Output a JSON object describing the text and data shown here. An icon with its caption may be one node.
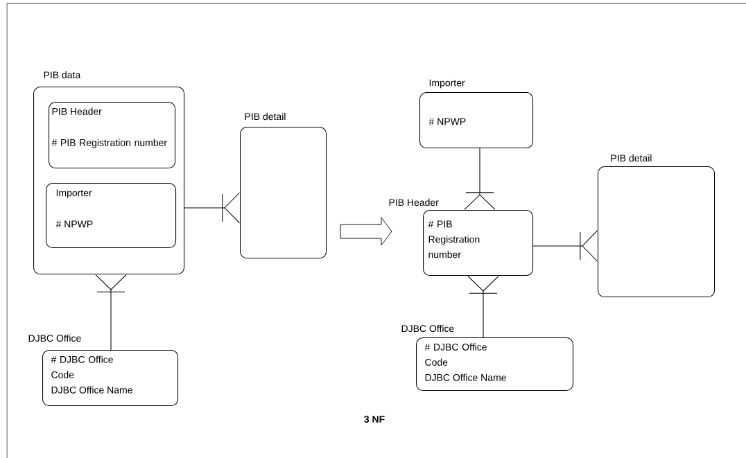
{
  "diagram": {
    "nodes": [
      {
        "text": [
          "PIB data"
        ]
      },
      {
        "text": [
          "PIB Header",
          "# PIB Registration number"
        ],
        "in": 0
      },
      {
        "text": [
          "Importer",
          "# NPWP"
        ],
        "in": 0
      },
      {
        "text": [
          "PIB detail"
        ]
      },
      {
        "text": [
          "DJBC Office",
          "# DJBC Office Code",
          "DJBC Office Name"
        ]
      },
      {
        "text": [
          "Importer",
          "# NPWP"
        ]
      },
      {
        "text": [
          "PIB Header",
          "# PIB Registration number"
        ]
      },
      {
        "text": [
          "PIB detail"
        ]
      },
      {
        "text": [
          "DJBC Office",
          "# DJBC Office Code",
          "DJBC Office Name"
        ]
      }
    ],
    "edges": [
      {
        "from": 0,
        "to": 3,
        "arrow": "other"
      },
      {
        "from": 4,
        "to": 0,
        "arrow": "other"
      },
      {
        "from": 5,
        "to": 6,
        "arrow": "other"
      },
      {
        "from": 6,
        "to": 7,
        "arrow": "other"
      },
      {
        "from": 8,
        "to": 6,
        "arrow": "other"
      },
      {
        "from": 3,
        "to": 6,
        "arrow": "to"
      }
    ],
    "labels": [
      "3 NF"
    ]
  }
}
